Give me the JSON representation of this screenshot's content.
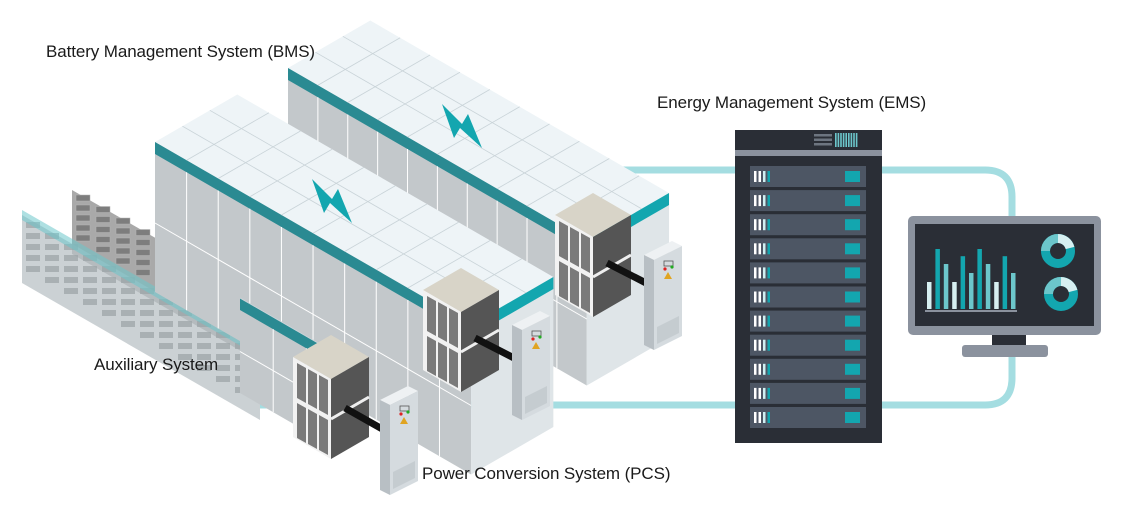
{
  "diagram": {
    "title": "Energy storage system architecture",
    "labels": {
      "bms": "Battery Management System (BMS)",
      "ems": "Energy Management System (EMS)",
      "auxiliary": "Auxiliary System",
      "pcs": "Power Conversion System (PCS)"
    },
    "components": [
      {
        "id": "battery-container-rear",
        "type": "battery-container",
        "has_lightning_icon": true
      },
      {
        "id": "battery-container-front",
        "type": "battery-container",
        "has_lightning_icon": true
      },
      {
        "id": "auxiliary-racks",
        "type": "auxiliary-system"
      },
      {
        "id": "pcs-unit-1",
        "type": "pcs-cube"
      },
      {
        "id": "pcs-unit-2",
        "type": "pcs-cube"
      },
      {
        "id": "pcs-unit-3",
        "type": "pcs-cube"
      },
      {
        "id": "control-cabinet-1",
        "type": "control-cabinet"
      },
      {
        "id": "control-cabinet-2",
        "type": "control-cabinet"
      },
      {
        "id": "control-cabinet-3",
        "type": "control-cabinet"
      },
      {
        "id": "ems-server-rack",
        "type": "server-rack",
        "rack_units": 11
      },
      {
        "id": "monitor",
        "type": "monitor-display"
      }
    ],
    "connections": [
      {
        "from": "ems-server-rack",
        "to": "battery-container-rear",
        "style": "data-link"
      },
      {
        "from": "ems-server-rack",
        "to": "monitor",
        "style": "data-link"
      },
      {
        "from": "ems-server-rack",
        "to": "control-cabinet-1",
        "style": "data-link"
      },
      {
        "from": "pcs-unit-1",
        "to": "control-cabinet-1",
        "style": "power-cable"
      },
      {
        "from": "pcs-unit-2",
        "to": "control-cabinet-2",
        "style": "power-cable"
      },
      {
        "from": "pcs-unit-3",
        "to": "control-cabinet-3",
        "style": "power-cable"
      }
    ],
    "monitor_chart": {
      "type": "bar",
      "bars": [
        0.45,
        1.0,
        0.75,
        0.45,
        0.88,
        0.6,
        1.0,
        0.75,
        0.45,
        0.88,
        0.6
      ],
      "bar_shades": [
        "light",
        "dark",
        "mid",
        "light",
        "dark",
        "mid",
        "dark",
        "mid",
        "light",
        "dark",
        "mid"
      ],
      "donuts": 2
    },
    "colors": {
      "teal": "#13a6af",
      "teal_dark": "#2a8a92",
      "teal_mid": "#6cc6cb",
      "teal_light": "#d6eff1",
      "link": "#a4dde1",
      "rack_dark": "#2a2e36",
      "rack_unit": "#4d5664",
      "monitor_frame": "#8b929e",
      "container_side": "#c3c8cb",
      "container_top": "#eef4f7",
      "cable": "#111111"
    }
  }
}
